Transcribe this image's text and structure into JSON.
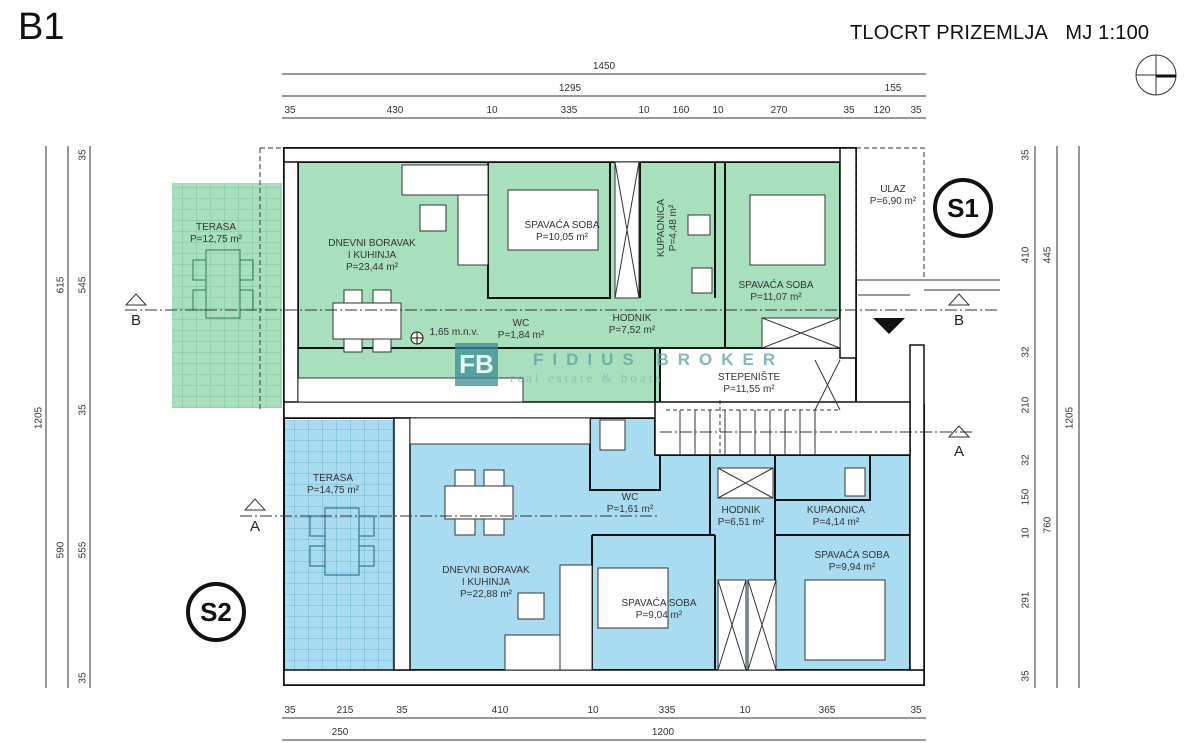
{
  "header": {
    "building_label": "B1",
    "title": "TLOCRT PRIZEMLJA",
    "scale": "MJ 1:100"
  },
  "north_arrow": {
    "icon": "north-arrow-icon"
  },
  "dimensions": {
    "top_total": "1450",
    "top_mid": [
      "1295",
      "155"
    ],
    "top_detail": [
      "35",
      "430",
      "10",
      "335",
      "10",
      "160",
      "10",
      "270",
      "35",
      "120",
      "35"
    ],
    "bottom_detail": [
      "35",
      "215",
      "35",
      "410",
      "10",
      "335",
      "10",
      "365",
      "35"
    ],
    "bottom_total": [
      "250",
      "1200"
    ],
    "left_total": "1205",
    "left_mid": [
      "615",
      "590"
    ],
    "left_detail": [
      "35",
      "545",
      "35",
      "555",
      "35"
    ],
    "right_detail": [
      "35",
      "410",
      "32",
      "210",
      "32",
      "150",
      "10",
      "291",
      "35"
    ],
    "right_mid": [
      "445",
      "760"
    ],
    "right_total": "1205"
  },
  "units": {
    "s1": {
      "badge": "S1",
      "rooms": [
        {
          "name": "TERASA",
          "area": "P=12,75 m²"
        },
        {
          "name": "DNEVNI BORAVAK",
          "name2": "I KUHINJA",
          "area": "P=23,44 m²"
        },
        {
          "name": "SPAVAĆA SOBA",
          "area": "P=10,05 m²"
        },
        {
          "name": "KUPAONICA",
          "area": "P=4,48 m²"
        },
        {
          "name": "SPAVAĆA SOBA",
          "area": "P=11,07 m²"
        },
        {
          "name": "WC",
          "area": "P=1,84 m²"
        },
        {
          "name": "HODNIK",
          "area": "P=7,52 m²"
        }
      ],
      "level_mark": "1,65 m.n.v."
    },
    "s2": {
      "badge": "S2",
      "rooms": [
        {
          "name": "TERASA",
          "area": "P=14,75 m²"
        },
        {
          "name": "DNEVNI BORAVAK",
          "name2": "I KUHINJA",
          "area": "P=22,88 m²"
        },
        {
          "name": "WC",
          "area": "P=1,61 m²"
        },
        {
          "name": "HODNIK",
          "area": "P=6,51 m²"
        },
        {
          "name": "KUPAONICA",
          "area": "P=4,14 m²"
        },
        {
          "name": "SPAVAĆA SOBA",
          "area": "P=9,94 m²"
        },
        {
          "name": "SPAVAĆA SOBA",
          "area": "P=9,04 m²"
        }
      ]
    }
  },
  "common": {
    "ulaz": {
      "name": "ULAZ",
      "area": "P=6,90 m²"
    },
    "stepeniste": {
      "name": "STEPENIŠTE",
      "area": "P=11,55 m²"
    }
  },
  "sections": {
    "a": "A",
    "b": "B"
  },
  "watermark": {
    "logo": "FB",
    "name": "FIDIUS BROKER",
    "tagline": "real estate & boats"
  },
  "colors": {
    "unit_s1": "#a8e0bd",
    "unit_s2": "#a9dcf0",
    "wall": "#111111",
    "dim_line": "#333333"
  }
}
